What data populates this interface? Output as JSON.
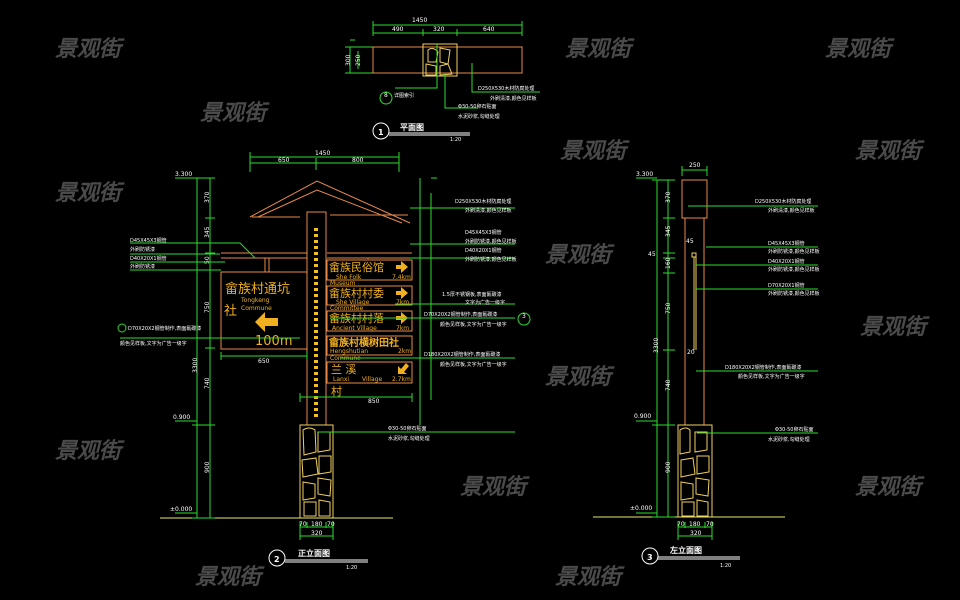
{
  "watermark": "景观街",
  "plan": {
    "title": "平面图",
    "number": "1",
    "scale": "1:20",
    "dims": {
      "total": "1450",
      "a": "490",
      "b": "320",
      "c": "640",
      "h_total": "300",
      "h_inner": "250"
    },
    "callout_number": "8",
    "callout_label": "详图索引",
    "notes": [
      "D250X530木材防腐处理",
      "外刷清漆,颜色见样板",
      "Φ30-50卵石贴面",
      "水泥砂浆,勾缝处理"
    ]
  },
  "front": {
    "title": "正立面图",
    "number": "2",
    "scale": "1:20",
    "levels": [
      "3.300",
      "0.900",
      "±0.000"
    ],
    "dims": {
      "top_total": "1450",
      "top_left": "650",
      "top_right": "800",
      "h1": "370",
      "h2": "345",
      "h3": "50",
      "h4": "750",
      "h5": "740",
      "h6": "900",
      "total": "3300",
      "left_w": "650",
      "right_w": "850",
      "base": [
        "70",
        "180",
        "70"
      ],
      "base_total": "320"
    },
    "left_sign": {
      "cn": "畲族村通坑",
      "en": "Tongkeng",
      "cn2": "社",
      "en2": "Commune",
      "distance": "100m"
    },
    "right_signs": [
      {
        "cn": "畲族民俗馆",
        "en": "She Folk",
        "en2": "Museum",
        "distance": "7.4km"
      },
      {
        "cn": "畲族村村委",
        "en": "She Village",
        "en2": "Committee",
        "distance": "7km"
      },
      {
        "cn": "畲族村村落",
        "en": "Ancient Village",
        "en2": "",
        "distance": "7km"
      },
      {
        "cn": "畲族村横树田社",
        "en": "Hengshutian",
        "en2": "Commune",
        "distance": "2km"
      },
      {
        "cn": "兰    溪",
        "en": "Lanxi",
        "en2": "Village",
        "distance": "2.7km",
        "cn2": "村"
      }
    ],
    "left_notes": [
      "D45X45X3钢管",
      "外刷防锈漆",
      "D40X20X1钢管",
      "外刷防锈漆",
      "D70X20X2钢管制作,表面氟碳漆",
      "颜色见样板,文字为广告一级字"
    ],
    "right_notes": [
      "D250X530木材防腐处理",
      "外刷清漆,颜色见样板",
      "D45X45X3钢管",
      "外刷防锈漆,颜色见样板",
      "D40X20X1钢管",
      "外刷防锈漆,颜色见样板",
      "1.5厚不锈钢板,表面氟碳漆",
      "文字为广告一级字",
      "D70X20X2钢管制作,表面氟碳漆",
      "颜色见样板,文字为广告一级字",
      "D180X20X2钢管制作,表面氟碳漆",
      "颜色见样板,文字为广告一级字",
      "Φ30-50卵石贴面",
      "水泥砂浆,勾缝处理"
    ],
    "section_callout": "3"
  },
  "side": {
    "title": "左立面图",
    "number": "3",
    "scale": "1:20",
    "levels": [
      "3.300",
      "0.900",
      "±0.000"
    ],
    "dims": {
      "top": "250",
      "h1": "370",
      "h2": "345",
      "h3": "45",
      "h4": "160",
      "h5": "750",
      "h6": "740",
      "h7": "900",
      "total": "3300",
      "w45": "45",
      "w20": "20",
      "base": [
        "70",
        "180",
        "70"
      ],
      "base_total": "320"
    },
    "notes": [
      "D250X530木材防腐处理",
      "外刷清漆,颜色见样板",
      "D45X45X3钢管",
      "外刷防锈漆,颜色见样板",
      "D40X20X1钢管",
      "外刷防锈漆,颜色见样板",
      "D70X20X1钢管",
      "外刷防锈漆,颜色见样板",
      "D180X20X2钢管制作,表面氟碳漆",
      "颜色见样板,文字为广告一级字",
      "Φ30-50卵石贴面",
      "水泥砂浆,勾缝处理"
    ]
  }
}
